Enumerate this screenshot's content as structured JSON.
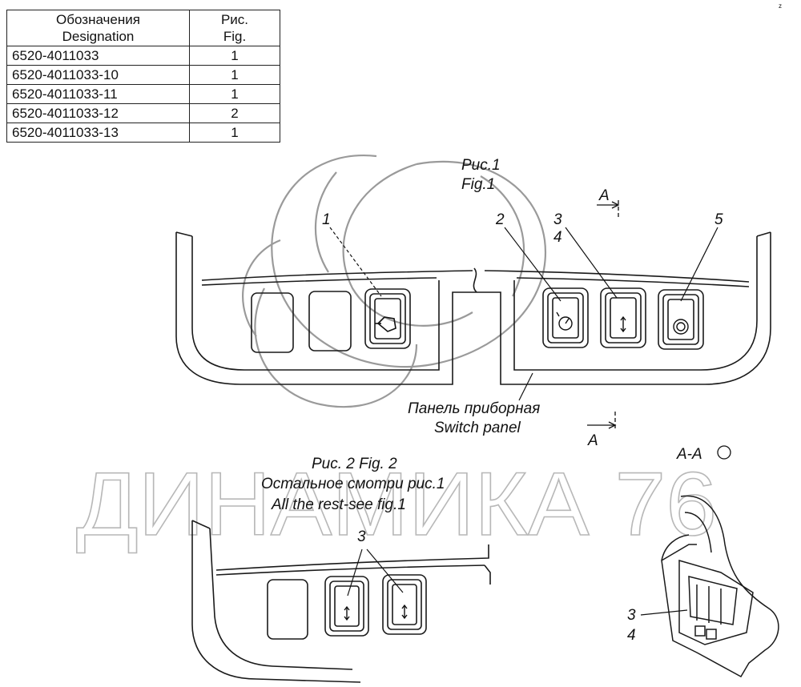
{
  "table": {
    "headers": [
      {
        "ru": "Обозначения",
        "en": "Designation"
      },
      {
        "ru": "Рис.",
        "en": "Fig."
      }
    ],
    "rows": [
      {
        "designation": "6520-4011033",
        "fig": "1"
      },
      {
        "designation": "6520-4011033-10",
        "fig": "1"
      },
      {
        "designation": "6520-4011033-11",
        "fig": "1"
      },
      {
        "designation": "6520-4011033-12",
        "fig": "2"
      },
      {
        "designation": "6520-4011033-13",
        "fig": "1"
      }
    ]
  },
  "fig1": {
    "title_ru": "Рис.1",
    "title_en": "Fig.1",
    "callouts": [
      "1",
      "2",
      "3",
      "4",
      "5"
    ],
    "panel_label_ru": "Панель приборная",
    "panel_label_en": "Switch panel",
    "section_mark": "A"
  },
  "fig2": {
    "title": "Рис. 2 Fig. 2",
    "note_ru": "Остальное смотри рис.1",
    "note_en": "All the rest-see fig.1",
    "callout": "3"
  },
  "section_aa": {
    "title": "А-А",
    "callout_top": "3",
    "callout_bottom": "4"
  },
  "watermark": "ДИНАМИКА 76",
  "corner_mark": "z"
}
